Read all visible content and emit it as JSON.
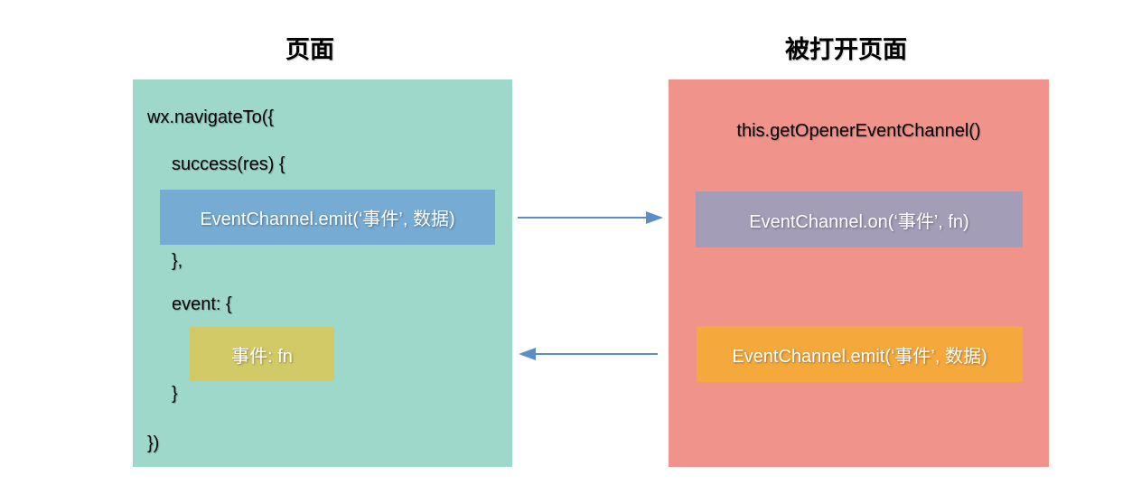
{
  "titles": {
    "left": "页面",
    "right": "被打开页面"
  },
  "left_panel": {
    "line1": "wx.navigateTo({",
    "line2": "success(res) {",
    "emit_box": "EventChannel.emit(‘事件’, 数据)",
    "line3": "},",
    "line4": "event: {",
    "event_box": "事件: fn",
    "line5": "}",
    "line6": "})"
  },
  "right_panel": {
    "line1": "this.getOpenerEventChannel()",
    "on_box": "EventChannel.on(‘事件’, fn)",
    "emit_box": "EventChannel.emit(‘事件’, 数据)"
  },
  "icons": {
    "arrow_right": "arrow-right-icon",
    "arrow_left": "arrow-left-icon"
  },
  "colors": {
    "panel_left": "#9ed8cb",
    "panel_right": "#f0938a",
    "box_blue": "#76abd3",
    "box_yellow": "#d2c967",
    "box_purple": "#a39db7",
    "box_orange": "#f5a93c",
    "arrow": "#5b8dc8",
    "text_dark": "#000000",
    "text_light": "#ffffff"
  }
}
